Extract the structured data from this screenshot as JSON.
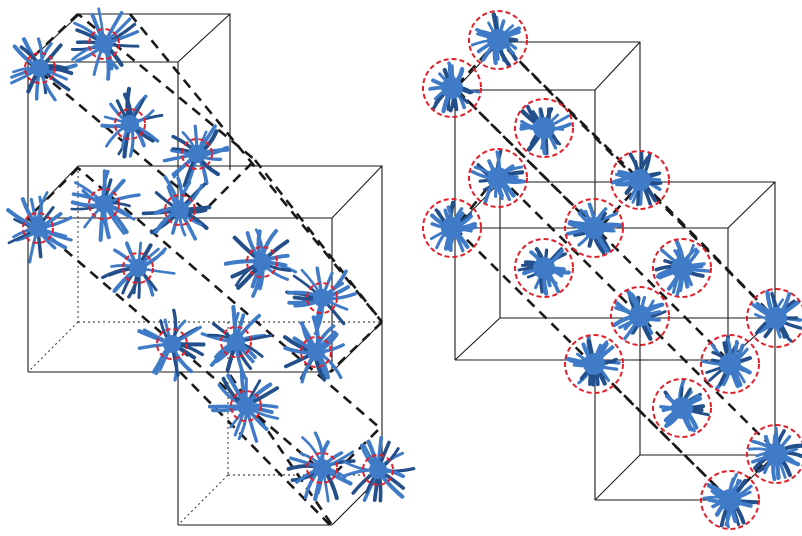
{
  "colors": {
    "micelle": "#3f7bc7",
    "micelle_dark": "#234f8a",
    "ring": "#e0202a",
    "frame": "#1a1a1a",
    "background": "#ffffff"
  },
  "panels": [
    {
      "id": "left",
      "content": "elongated-micelles-with-extended-coronas",
      "ring_style": "small-core-dashed"
    },
    {
      "id": "right",
      "content": "compact-spherical-micelles",
      "ring_style": "full-dashed"
    }
  ],
  "icon": "star-micelle"
}
